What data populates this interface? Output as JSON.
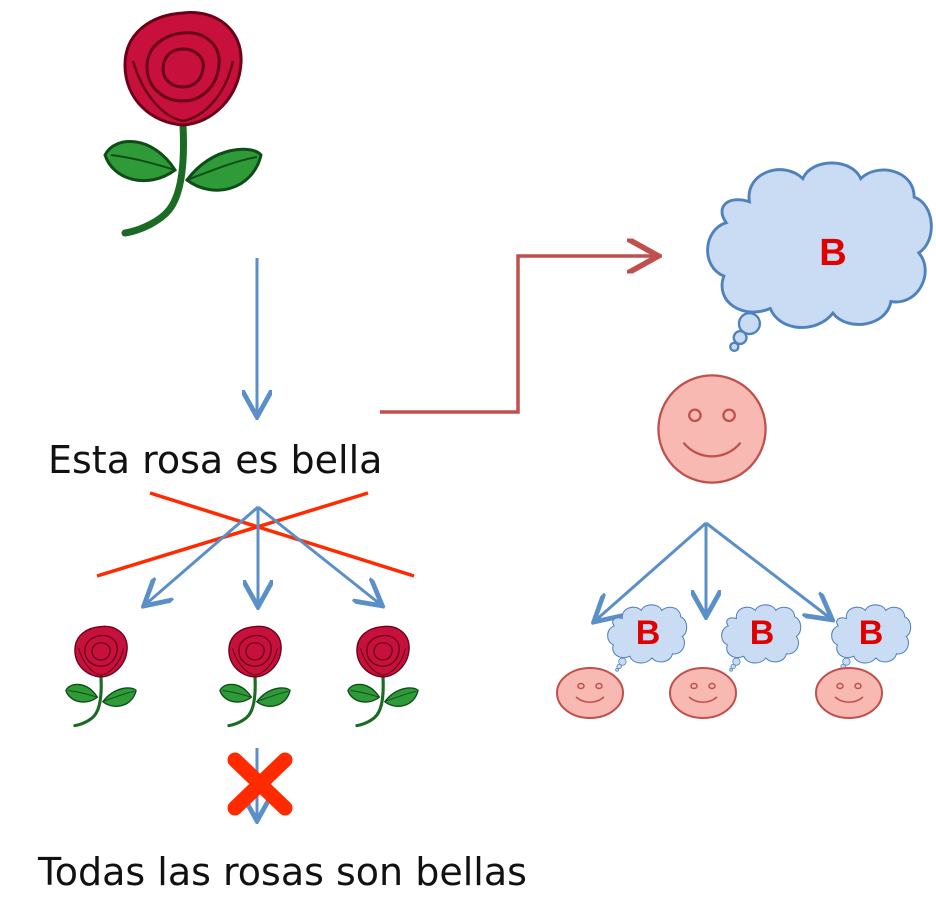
{
  "statement": "Esta rosa es bella",
  "conclusion": "Todas las rosas son bellas",
  "thought_letter": "B",
  "small_thought_letters": [
    "B",
    "B",
    "B"
  ],
  "colors": {
    "arrow_blue": "#5b8fc7",
    "arrow_red": "#c0504d",
    "cross_red": "#ff2a00",
    "rose_red": "#c8103c",
    "leaf_green": "#1f8a2c",
    "cloud_fill": "#c9dcf3",
    "cloud_stroke": "#4f81bd",
    "face_fill": "#f7b9b2",
    "face_stroke": "#c0504d",
    "letter_red": "#e00000"
  },
  "icons": [
    "rose-icon",
    "thought-cloud-icon",
    "smiley-face-icon",
    "red-x-icon"
  ]
}
